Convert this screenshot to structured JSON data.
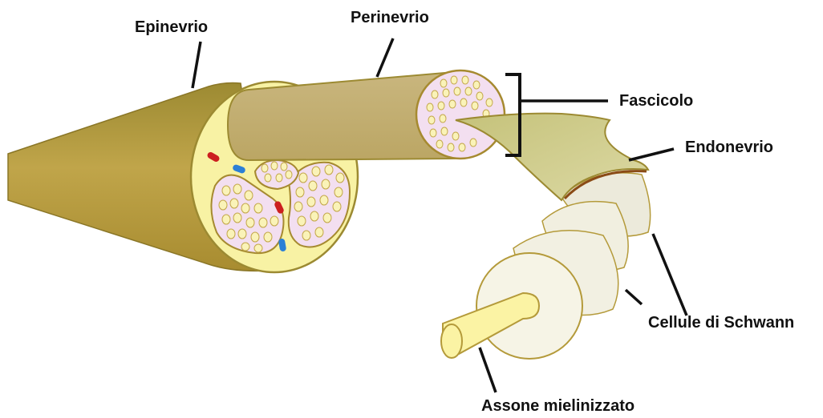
{
  "labels": {
    "epinevrio": "Epinevrio",
    "perinevrio": "Perinevrio",
    "fascicolo": "Fascicolo",
    "endonevrio": "Endonevrio",
    "schwann": "Cellule di Schwann",
    "assone": "Assone mielinizzato"
  },
  "colors": {
    "epineurium": "#b49a3a",
    "perineurium_tube": "#c8b578",
    "nerve_face": "#f8f2a4",
    "fascicle_fill": "#f3dff0",
    "axon": "#fbf3a4",
    "schwann": "#eeecd6",
    "endoneurium_sheath": "#cfcb8c",
    "artery": "#cc1f1f",
    "vein": "#2b7fd6"
  }
}
